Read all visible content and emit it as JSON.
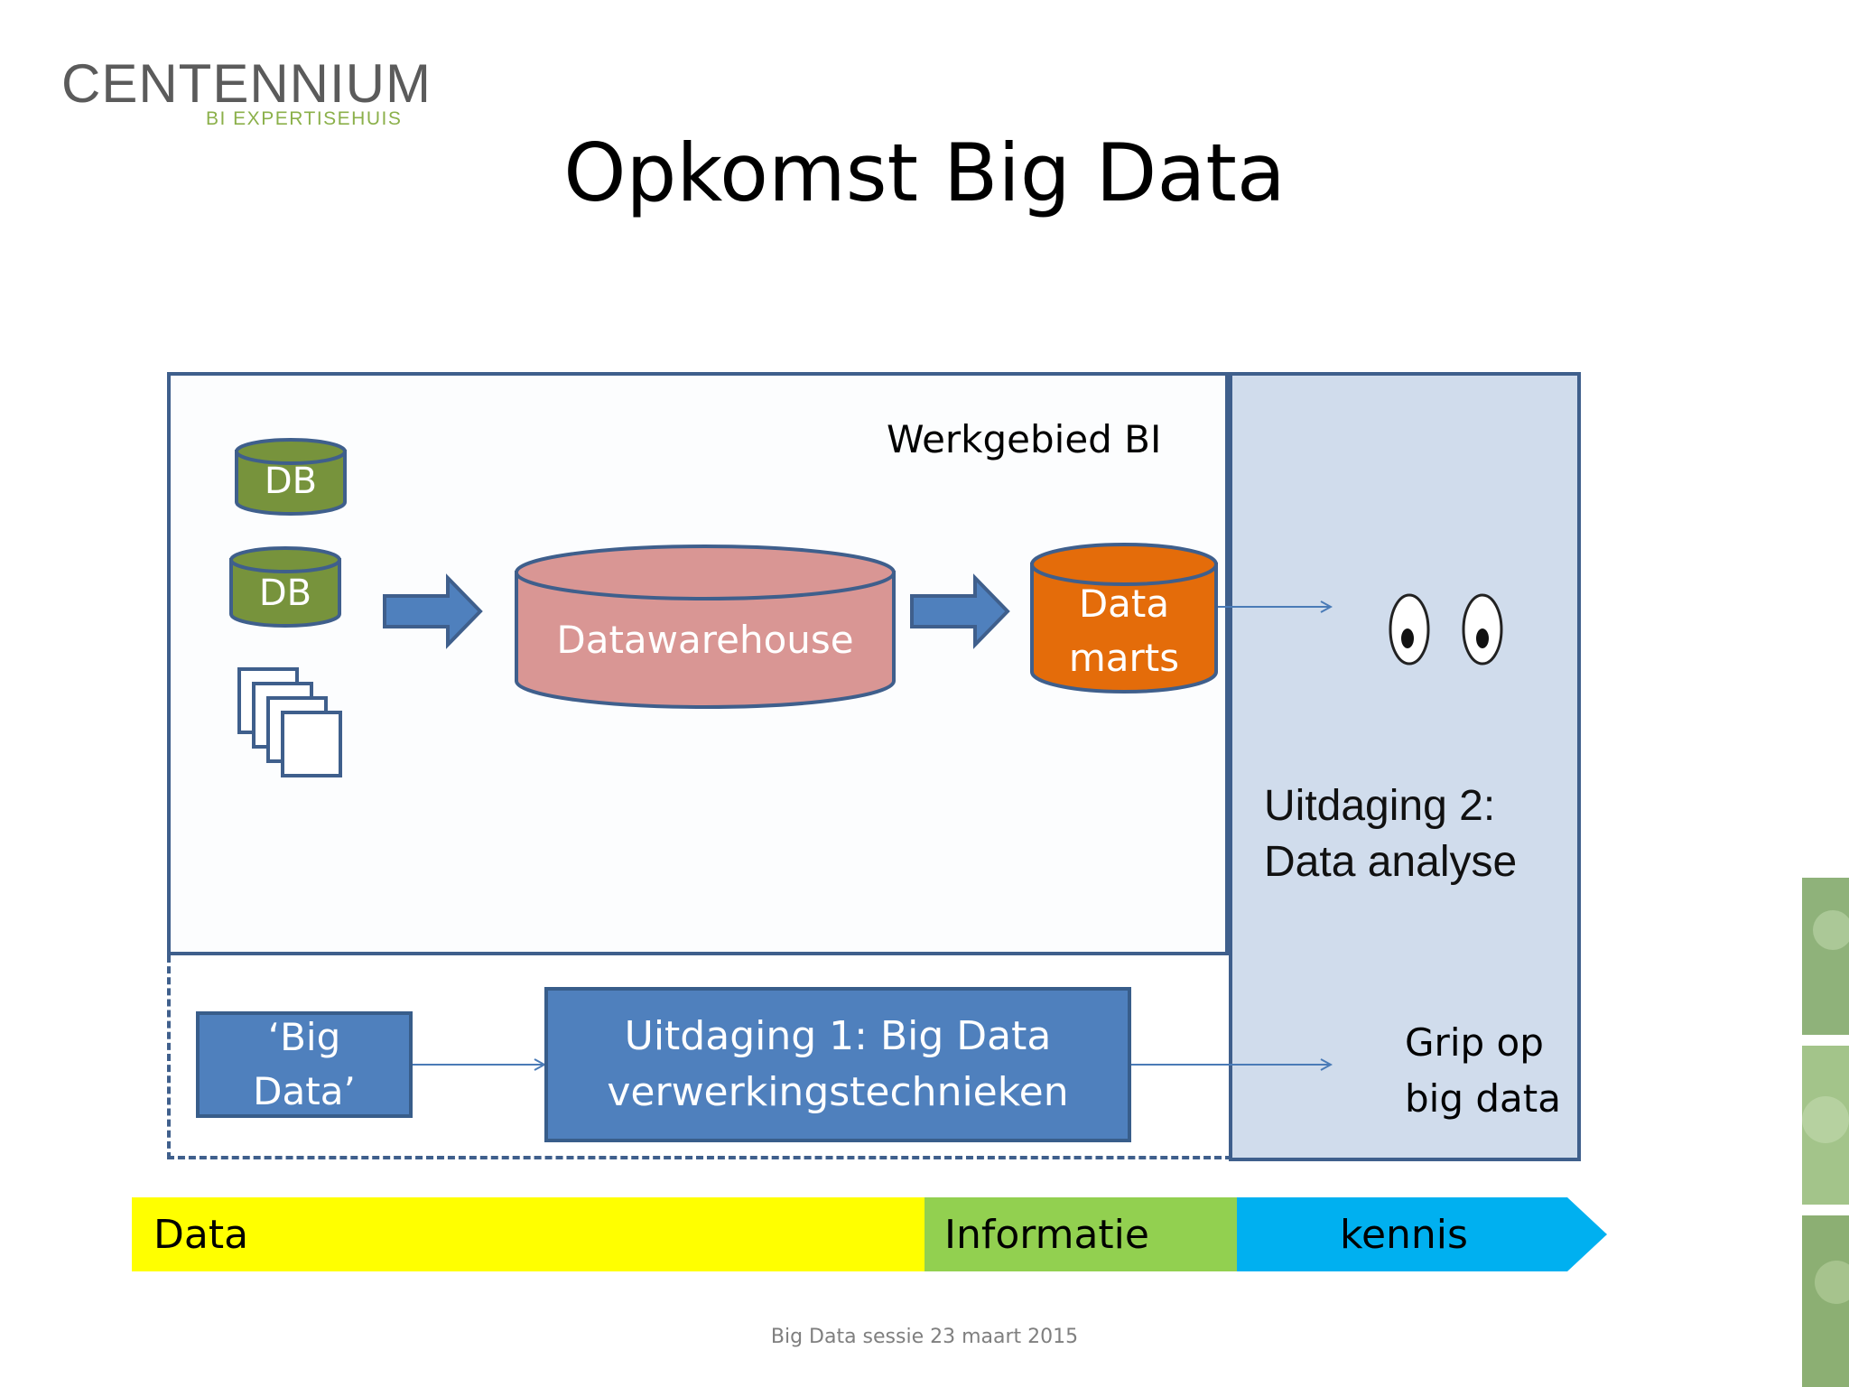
{
  "logo": {
    "main": "CENTENNIUM",
    "sub": "BI EXPERTISEHUIS"
  },
  "title": "Opkomst Big Data",
  "diagram": {
    "area_label": "Werkgebied BI",
    "db1": "DB",
    "db2": "DB",
    "warehouse": "Datawarehouse",
    "datamarts_line1": "Data",
    "datamarts_line2": "marts",
    "challenge2_line1": "Uitdaging 2:",
    "challenge2_line2": "Data analyse",
    "bigdata_line1": "‘Big",
    "bigdata_line2": "Data’",
    "challenge1_line1": "Uitdaging 1: Big Data",
    "challenge1_line2": "verwerkingstechnieken",
    "grip_line1": "Grip op",
    "grip_line2": "big data"
  },
  "band": {
    "data": "Data",
    "informatie": "Informatie",
    "kennis": "kennis"
  },
  "footer": "Big Data sessie 23 maart 2015",
  "colors": {
    "db_green": "#77933c",
    "warehouse_pink": "#d99694",
    "datamart_orange": "#e46c0a",
    "block_blue": "#4f80bd",
    "outline_blue": "#3f5f8c",
    "analysis_fill": "#d0dcec",
    "band_yellow": "#ffff00",
    "band_green": "#92d050",
    "band_blue": "#00b0f0"
  },
  "icons": [
    "database-icon",
    "documents-icon",
    "arrow-right-icon",
    "eyes-icon"
  ]
}
